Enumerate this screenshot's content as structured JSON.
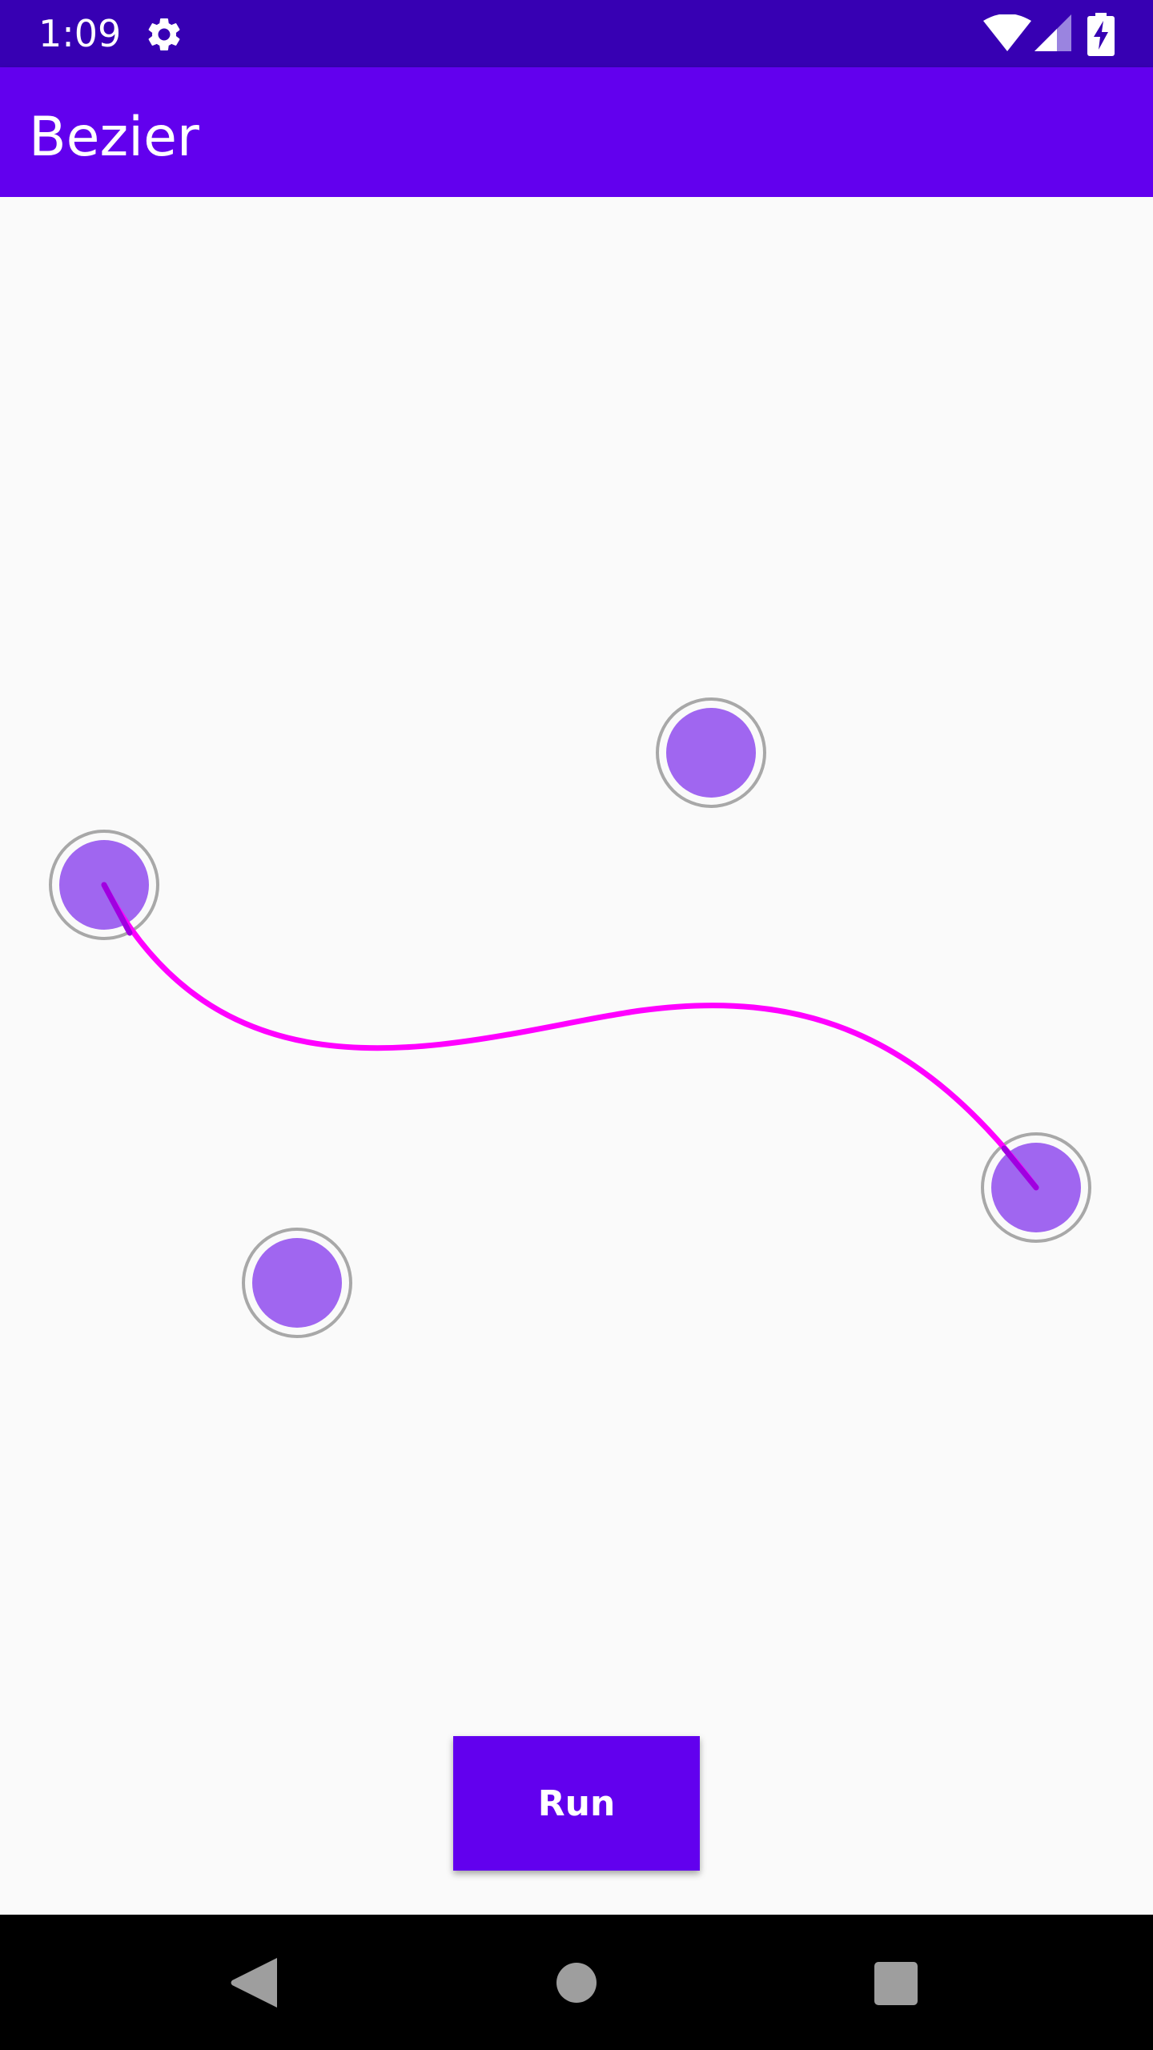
{
  "status_bar": {
    "time": "1:09",
    "icons": [
      "gear-icon",
      "wifi-icon",
      "cell-signal-icon",
      "battery-charging-icon"
    ]
  },
  "app_bar": {
    "title": "Bezier"
  },
  "canvas": {
    "control_points": [
      "start-point",
      "control-point-1",
      "control-point-2",
      "end-point"
    ]
  },
  "actions": {
    "run_label": "Run"
  },
  "nav_bar": {
    "icons": [
      "back-icon",
      "home-icon",
      "recents-icon"
    ]
  },
  "colors": {
    "status_bar": "#3700b3",
    "primary": "#6200ee",
    "background": "#fafafa",
    "curve": "#ff00ff",
    "handle_fill": "#a066f0",
    "handle_ring": "#a8a8a8"
  }
}
